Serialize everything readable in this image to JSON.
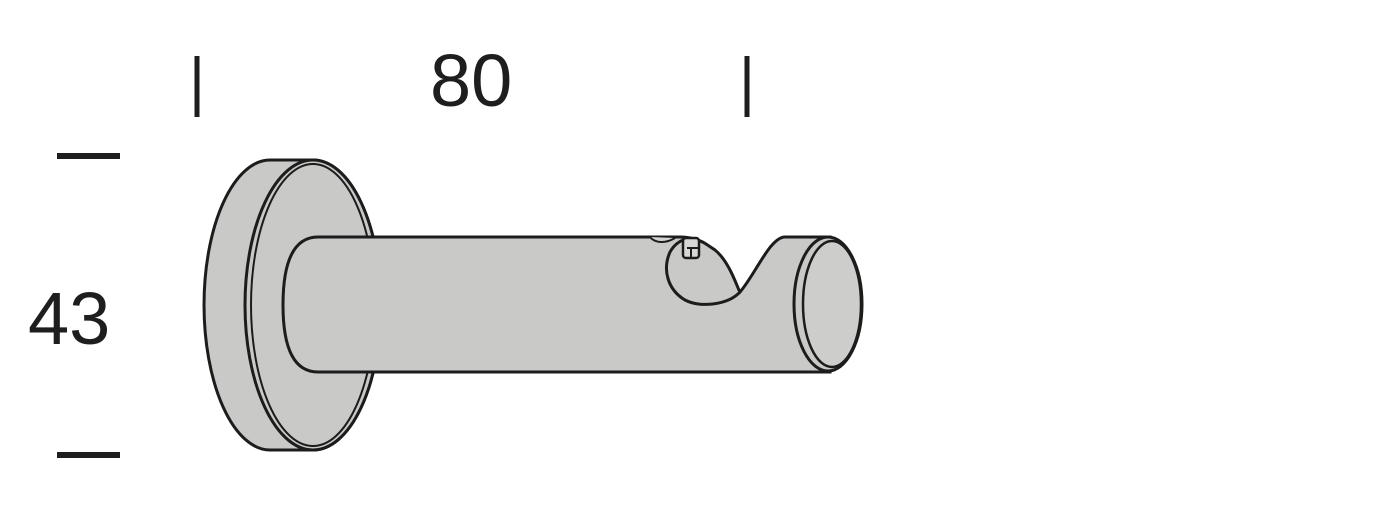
{
  "diagram": {
    "subject": "curtain rod bracket (single, open hook end)",
    "dimensions": {
      "width": {
        "value": "80",
        "orientation": "horizontal"
      },
      "height": {
        "value": "43",
        "orientation": "vertical"
      }
    },
    "colors": {
      "body_fill": "#c9c9c7",
      "outline": "#1c1c1c",
      "dimension_marks": "#1e1e1e",
      "background": "#ffffff"
    }
  }
}
